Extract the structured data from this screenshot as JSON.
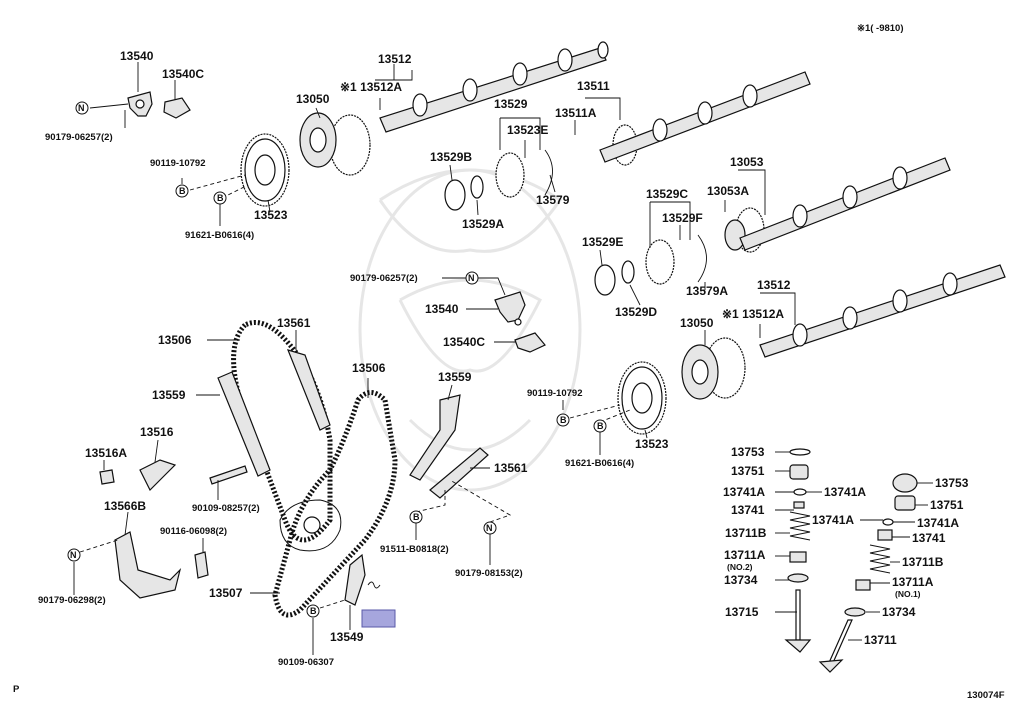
{
  "header": {
    "note": "※1(      -9810)"
  },
  "footer": {
    "left": "P",
    "right": "130074F"
  },
  "labels": {
    "p13540": "13540",
    "p13540c": "13540C",
    "p90179_06257_top": "90179-06257(2)",
    "p13512_top": "13512",
    "p13512a_top": "※1 13512A",
    "p13050_top": "13050",
    "p90119_top": "90119-10792",
    "p13523_top": "13523",
    "p91621_top": "91621-B0616(4)",
    "p13511": "13511",
    "p13511a": "13511A",
    "p13529": "13529",
    "p13523e": "13523E",
    "p13529b": "13529B",
    "p13529a": "13529A",
    "p13579": "13579",
    "p13053": "13053",
    "p13053a": "13053A",
    "p13529c": "13529C",
    "p13529f": "13529F",
    "p13529e": "13529E",
    "p13529d": "13529D",
    "p13579a": "13579A",
    "p90179_06257_mid": "90179-06257(2)",
    "p13540_mid": "13540",
    "p13540c_mid": "13540C",
    "p13512_mid": "13512",
    "p13512a_mid": "※1 13512A",
    "p13050_mid": "13050",
    "p13506_left": "13506",
    "p13561_top": "13561",
    "p13559_left": "13559",
    "p13506_mid": "13506",
    "p13559_mid": "13559",
    "p13561_mid": "13561",
    "p90119_mid": "90119-10792",
    "p13523_mid": "13523",
    "p91621_mid": "91621-B0616(4)",
    "p13516a": "13516A",
    "p13516": "13516",
    "p90109_08257": "90109-08257(2)",
    "p13566b": "13566B",
    "p90116": "90116-06098(2)",
    "p90179_06298": "90179-06298(2)",
    "p13507": "13507",
    "p13549": "13549",
    "p90109_06307": "90109-06307",
    "p91511": "91511-B0818(2)",
    "p90179_08153": "90179-08153(2)",
    "p13753_l": "13753",
    "p13751_l": "13751",
    "p13741a_l1": "13741A",
    "p13741a_l2": "13741A",
    "p13741_l": "13741",
    "p13711b_l": "13711B",
    "p13711a_l": "13711A",
    "p13711a_l_sub": "(NO.2)",
    "p13734_l": "13734",
    "p13715": "13715",
    "p13753_r": "13753",
    "p13751_r": "13751",
    "p13741a_r1": "13741A",
    "p13741a_r2": "13741A",
    "p13741_r": "13741",
    "p13711b_r": "13711B",
    "p13711a_r": "13711A",
    "p13711a_r_sub": "(NO.1)",
    "p13734_r": "13734",
    "p13711": "13711"
  },
  "circle_markers": {
    "n": "N",
    "b": "B"
  },
  "colors": {
    "ink": "#111111",
    "highlight": "#a6a6dd",
    "watermark": "#e6e6e6"
  }
}
